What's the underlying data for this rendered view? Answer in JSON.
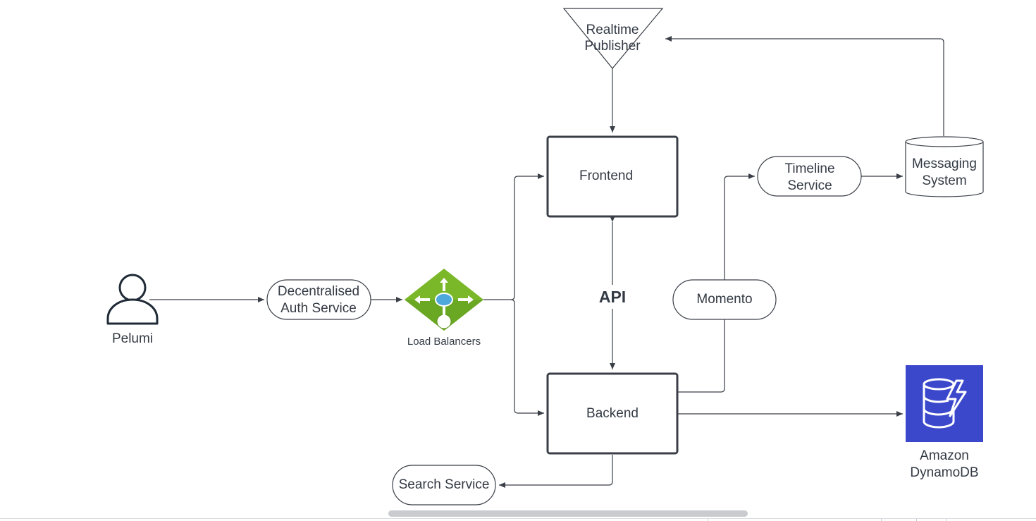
{
  "nodes": {
    "realtime_publisher": {
      "line1": "Realtime",
      "line2": "Publisher"
    },
    "frontend": {
      "label": "Frontend"
    },
    "backend": {
      "label": "Backend"
    },
    "api": {
      "label": "API"
    },
    "user": {
      "label": "Pelumi"
    },
    "auth_service": {
      "line1": "Decentralised",
      "line2": "Auth Service"
    },
    "load_balancers": {
      "label": "Load Balancers"
    },
    "momento": {
      "label": "Momento"
    },
    "timeline_service": {
      "line1": "Timeline",
      "line2": "Service"
    },
    "messaging_system": {
      "line1": "Messaging",
      "line2": "System"
    },
    "dynamodb": {
      "line1": "Amazon",
      "line2": "DynamoDB"
    },
    "search_service": {
      "label": "Search Service"
    }
  },
  "colors": {
    "stroke": "#3a3f47",
    "text": "#333a44",
    "load_balancer_green": "#7ab829",
    "load_balancer_dark_green": "#5a8f1a",
    "load_balancer_blue": "#4fa8dc",
    "dynamodb_blue": "#3b48cc"
  },
  "icons": {
    "user": "user-icon",
    "load_balancer": "load-balancer-icon",
    "dynamodb": "dynamodb-icon"
  }
}
